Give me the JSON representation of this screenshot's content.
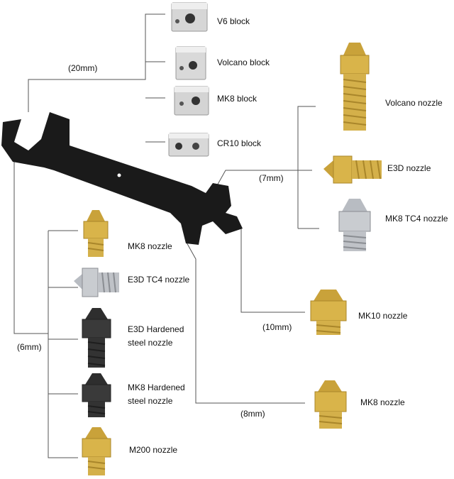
{
  "labels": {
    "v6_block": "V6 block",
    "volcano_block": "Volcano  block",
    "mk8_block": "MK8 block",
    "cr10_block": "CR10 block",
    "volcano_nozzle": "Volcano nozzle",
    "e3d_nozzle": "E3D nozzle",
    "mk8_tc4_nozzle": "MK8 TC4 nozzle",
    "mk8_nozzle_left": "MK8 nozzle",
    "e3d_tc4_nozzle": "E3D TC4 nozzle",
    "e3d_hardened_line1": "E3D Hardened",
    "e3d_hardened_line2": "steel nozzle",
    "mk8_hardened_line1": "MK8 Hardened",
    "mk8_hardened_line2": "steel nozzle",
    "m200_nozzle": "M200 nozzle",
    "mk10_nozzle": "MK10 nozzle",
    "mk8_nozzle_right": "MK8 nozzle"
  },
  "dimensions": {
    "d20": "(20mm)",
    "d7": "(7mm)",
    "d6": "(6mm)",
    "d10": "(10mm)",
    "d8": "(8mm)"
  },
  "colors": {
    "line": "#555555",
    "wrench": "#1a1a1a",
    "brass": "#d9b44a",
    "steel": "#c9ccd0",
    "hardened": "#3a3a3a",
    "aluminum": "#d8d8d8"
  }
}
